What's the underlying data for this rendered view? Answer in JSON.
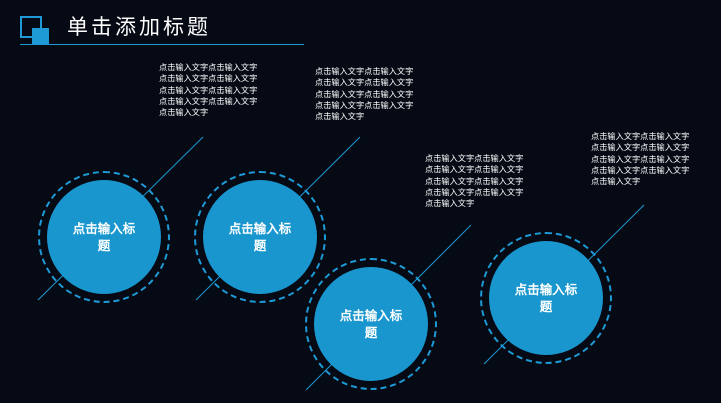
{
  "header": {
    "title": "单击添加标题"
  },
  "items": [
    {
      "heading": "点击输入标题",
      "body": "点击输入文字点击输入文字点击输入文字点击输入文字点击输入文字点击输入文字点击输入文字点击输入文字点击输入文字"
    },
    {
      "heading": "点击输入标题",
      "body": "点击输入文字点击输入文字点击输入文字点击输入文字点击输入文字点击输入文字点击输入文字点击输入文字点击输入文字"
    },
    {
      "heading": "点击输入标题",
      "body": "点击输入文字点击输入文字点击输入文字点击输入文字点击输入文字点击输入文字点击输入文字点击输入文字点击输入文字"
    },
    {
      "heading": "点击输入标题",
      "body": "点击输入文字点击输入文字点击输入文字点击输入文字点击输入文字点击输入文字点击输入文字点击输入文字点击输入文字"
    }
  ],
  "colors": {
    "background": "#050a14",
    "accent": "#1e9ad6",
    "circle_fill": "#1a96cf",
    "text": "#ffffff"
  }
}
